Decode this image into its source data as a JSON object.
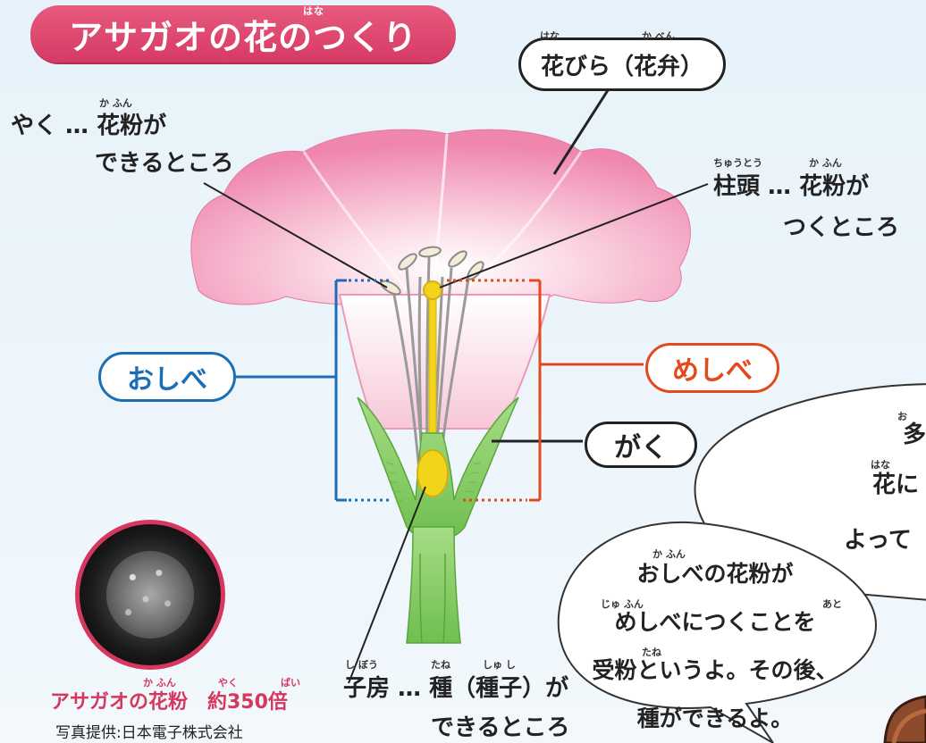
{
  "title": {
    "text": "アサガオの花のつくり",
    "ruby": "はな"
  },
  "labels": {
    "petal": {
      "text": "花びら（花弁）",
      "ruby_hana": "はな",
      "ruby_kaben": "か べん"
    },
    "anther": {
      "line1": "やく … 花粉が",
      "line2": "できるところ",
      "ruby": "か ふん"
    },
    "stigma": {
      "line1": "柱頭 … 花粉が",
      "line2": "つくところ",
      "ruby_chutou": "ちゅうとう",
      "ruby_kafun": "か ふん"
    },
    "stamen": "おしべ",
    "pistil": "めしべ",
    "sepal": "がく",
    "ovary": {
      "line1": "子房 … 種（種子）が",
      "line2": "できるところ",
      "ruby_shibou": "し ぼう",
      "ruby_tane": "たね",
      "ruby_shushi": "しゅ し"
    }
  },
  "photo": {
    "caption": "アサガオの花粉　約350倍",
    "ruby_kafun": "か ふん",
    "ruby_yaku": "やく",
    "ruby_bai": "ばい",
    "credit": "写真提供:日本電子株式会社"
  },
  "bubble_main": {
    "lines": [
      "おしべの花粉が",
      "めしべにつくことを",
      "受粉というよ。その後、",
      "種ができるよ。"
    ],
    "ruby_kafun": "か ふん",
    "ruby_jufun": "じゅ ふん",
    "ruby_ato": "あと",
    "ruby_tane": "たね"
  },
  "bubble_partial": {
    "lines": [
      "多",
      "花に",
      "よって"
    ],
    "ruby_o": "お",
    "ruby_hana": "はな"
  },
  "colors": {
    "title_bg": "#d83d67",
    "stamen": "#1d6fb5",
    "pistil": "#e24a1c",
    "pistil_style": "#f3d41c",
    "sepal": "#8ccf6a",
    "petal": "#ef86ad",
    "photo_ring": "#d6375f"
  }
}
